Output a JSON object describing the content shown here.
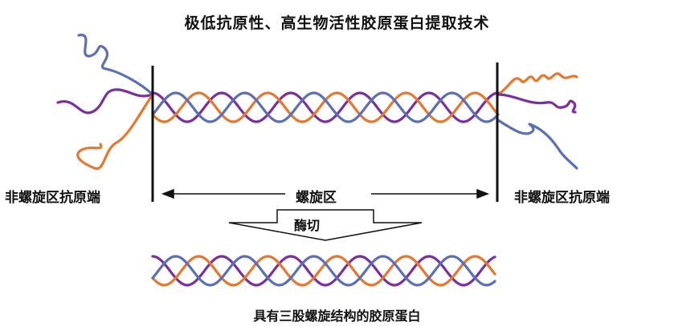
{
  "title": "极低抗原性、高生物活性胶原蛋白提取技术",
  "labels": {
    "left_region": "非螺旋区抗原端",
    "right_region": "非螺旋区抗原端",
    "helix_region": "螺旋区",
    "enzyme_step": "酶切",
    "product": "具有三股螺旋结构的胶原蛋白"
  },
  "colors": {
    "strand_purple": "#7b2f9c",
    "strand_orange": "#e8772e",
    "strand_blue": "#5b6fb5",
    "lines": "#111111"
  },
  "icons": {
    "arrow_left": "arrow-left-icon",
    "arrow_right": "arrow-right-icon",
    "arrow_down": "hollow-down-arrow-icon"
  }
}
